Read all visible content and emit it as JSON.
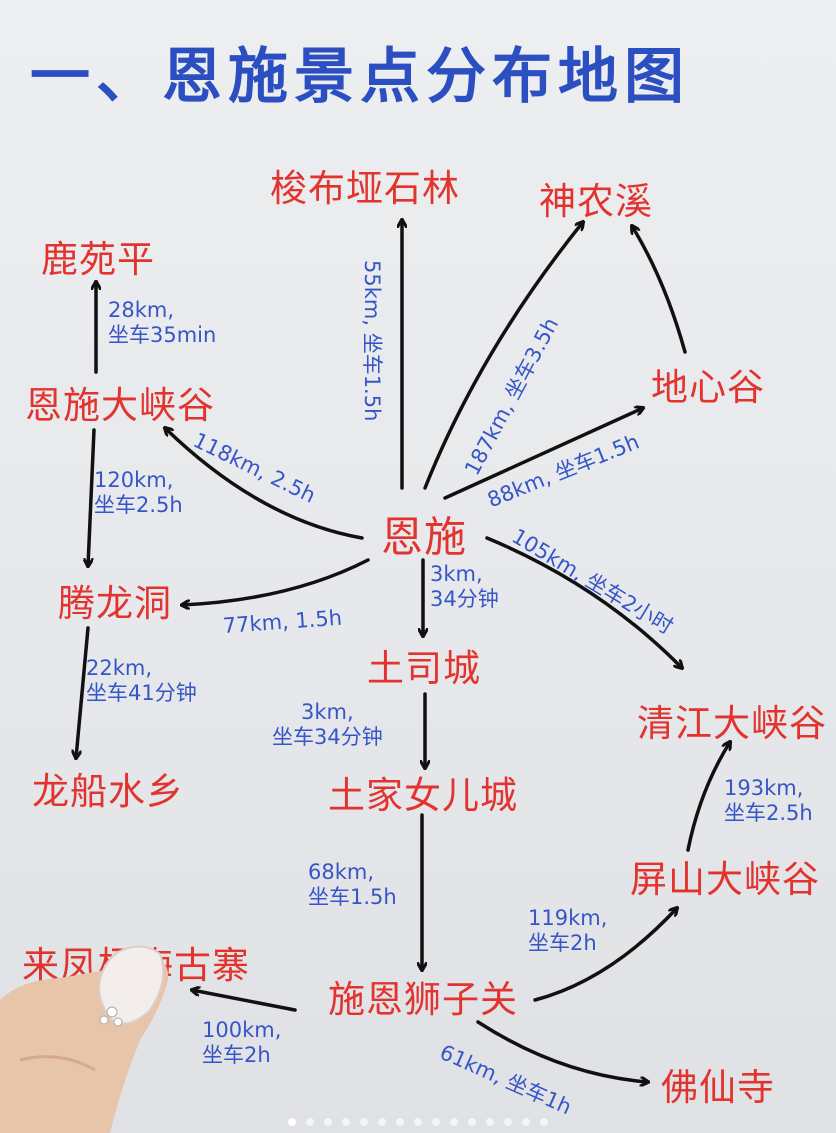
{
  "title": "一、恩施景点分布地图",
  "places": {
    "suobuya": "梭布垭石林",
    "shennongxi": "神农溪",
    "luyuanping": "鹿苑平",
    "enshi_canyon": "恩施大峡谷",
    "dixingu": "地心谷",
    "enshi": "恩施",
    "tenglongdong": "腾龙洞",
    "tusicheng": "土司城",
    "qingjiang": "清江大峡谷",
    "longchuan": "龙船水乡",
    "tujia": "土家女儿城",
    "pingshan": "屏山大峡谷",
    "laifeng": "来凤杨梅古寨",
    "shienguan": "施恩狮子关",
    "foxiansi": "佛仙寺"
  },
  "distances": {
    "luyuanping": {
      "line1": "28km,",
      "line2": "坐车35min"
    },
    "enshi_canyon": {
      "line1": "118km, 2.5h"
    },
    "canyon_tenglong": {
      "line1": "120km,",
      "line2": "坐车2.5h"
    },
    "suobuya": {
      "line1": "55km, 坐车1.5h"
    },
    "shennongxi": {
      "line1": "187km, 坐车3.5h"
    },
    "dixingu": {
      "line1": "88km, 坐车1.5h"
    },
    "qingjiang": {
      "line1": "105km, 坐车2小时"
    },
    "tenglongdong": {
      "line1": "77km, 1.5h"
    },
    "tusicheng": {
      "line1": "3km,",
      "line2": "34分钟"
    },
    "longchuan": {
      "line1": "22km,",
      "line2": "坐车41分钟"
    },
    "tujia": {
      "line1": "3km,",
      "line2": "坐车34分钟"
    },
    "shienguan": {
      "line1": "68km,",
      "line2": "坐车1.5h"
    },
    "pingshan": {
      "line1": "119km,",
      "line2": "坐车2h"
    },
    "pingshan_qingjiang": {
      "line1": "193km,",
      "line2": "坐车2.5h"
    },
    "laifeng": {
      "line1": "100km,",
      "line2": "坐车2h"
    },
    "foxiansi": {
      "line1": "61km, 坐车1h"
    }
  },
  "colors": {
    "title": "#2b4fc0",
    "place": "#e2332f",
    "distance": "#3656c8",
    "arrow": "#111111"
  },
  "carousel": {
    "total": 15,
    "active": 0
  }
}
